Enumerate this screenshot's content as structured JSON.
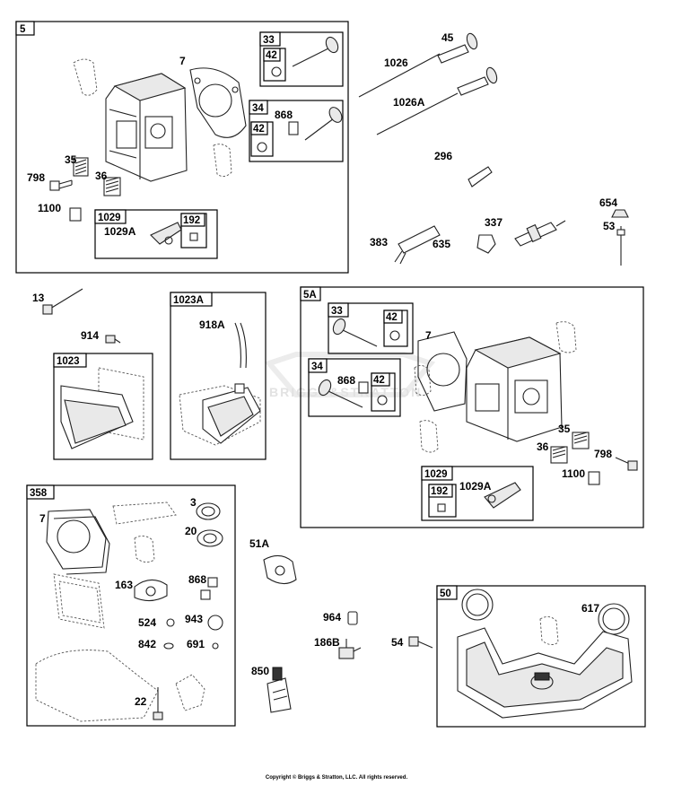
{
  "watermark": "BRIGGS&STRATTON",
  "copyright": "Copyright © Briggs & Stratton, LLC. All rights reserved.",
  "groups": {
    "g5": "5",
    "g33a": "33",
    "g42a": "42",
    "g34a": "34",
    "g42b": "42",
    "g1029a": "1029",
    "g192a": "192",
    "g1023A": "1023A",
    "g1023": "1023",
    "g5A": "5A",
    "g33b": "33",
    "g42c": "42",
    "g34b": "34",
    "g42d": "42",
    "g1029b": "1029",
    "g192b": "192",
    "g358": "358",
    "g50": "50"
  },
  "labels": {
    "p7a": "7",
    "p35a": "35",
    "p36a": "36",
    "p798a": "798",
    "p1100a": "1100",
    "p1029Aa": "1029A",
    "p868a": "868",
    "p45": "45",
    "p1026": "1026",
    "p1026A": "1026A",
    "p296": "296",
    "p654": "654",
    "p53": "53",
    "p337": "337",
    "p383": "383",
    "p635": "635",
    "p13": "13",
    "p914": "914",
    "p918A": "918A",
    "p7b": "7",
    "p868b": "868",
    "p35b": "35",
    "p36b": "36",
    "p798b": "798",
    "p1100b": "1100",
    "p1029Ab": "1029A",
    "p7c": "7",
    "p3": "3",
    "p20": "20",
    "p163": "163",
    "p868c": "868",
    "p524": "524",
    "p943": "943",
    "p842": "842",
    "p691": "691",
    "p22": "22",
    "p51A": "51A",
    "p964": "964",
    "p186B": "186B",
    "p54": "54",
    "p850": "850",
    "p617": "617"
  },
  "icons": [
    "valve",
    "pushrod",
    "rocker-cover",
    "cylinder-head",
    "gasket",
    "muffler",
    "spark-plug",
    "bolt",
    "spring",
    "sealant-tube"
  ]
}
